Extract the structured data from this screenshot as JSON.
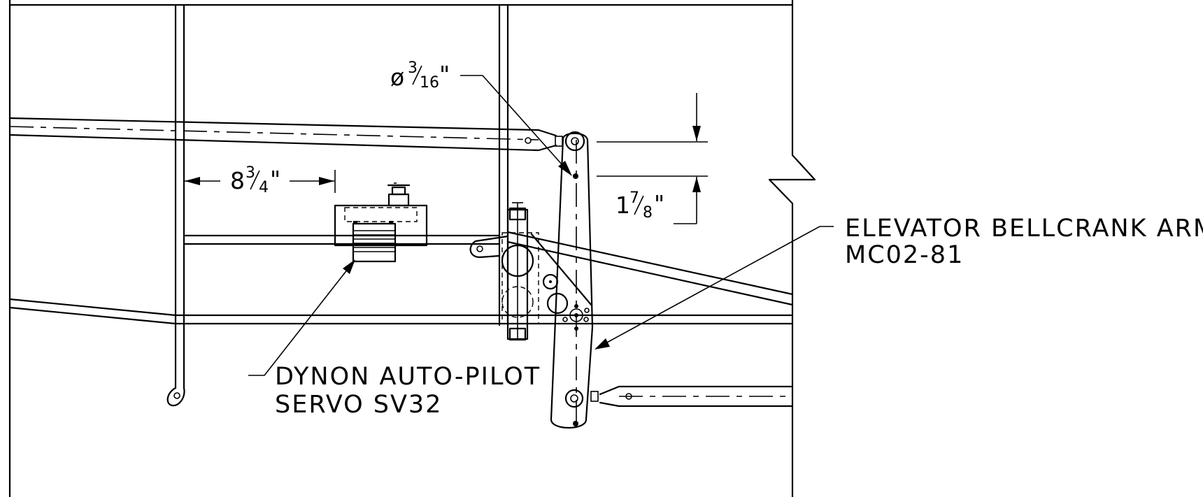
{
  "labels": {
    "diameter_symbol": "ø",
    "diameter_num": "3",
    "diameter_den": "16",
    "diameter_unit": "\"",
    "dim_width_whole": "8",
    "dim_width_num": "3",
    "dim_width_den": "4",
    "dim_width_unit": "\"",
    "dim_offset_whole": "1",
    "dim_offset_num": "7",
    "dim_offset_den": "8",
    "dim_offset_unit": "\"",
    "bellcrank_line1": "ELEVATOR BELLCRANK ARM",
    "bellcrank_line2": "MC02-81",
    "servo_line1": "DYNON AUTO-PILOT",
    "servo_line2": "SERVO SV32"
  }
}
